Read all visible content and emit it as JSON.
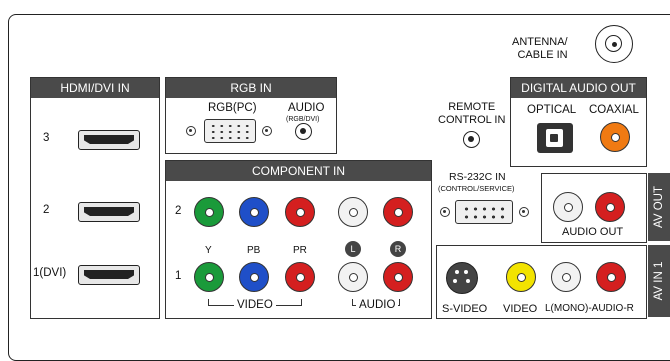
{
  "antenna": {
    "label_line1": "ANTENNA/",
    "label_line2": "CABLE IN"
  },
  "hdmi": {
    "title": "HDMI/DVI IN",
    "ports": [
      "3",
      "2",
      "1(DVI)"
    ]
  },
  "rgb": {
    "title": "RGB IN",
    "pc_label": "RGB(PC)",
    "audio_label": "AUDIO",
    "audio_sub": "(RGB/DVI)"
  },
  "remote": {
    "line1": "REMOTE",
    "line2": "CONTROL IN"
  },
  "digital_audio": {
    "title": "DIGITAL AUDIO OUT",
    "optical": "OPTICAL",
    "coaxial": "COAXIAL"
  },
  "component": {
    "title": "COMPONENT IN",
    "row_labels": [
      "2",
      "1"
    ],
    "y": "Y",
    "pb": "PB",
    "pr": "PR",
    "l": "L",
    "r": "R",
    "video_group": "VIDEO",
    "audio_group": "AUDIO"
  },
  "rs232": {
    "label": "RS-232C IN",
    "sub": "(CONTROL/SERVICE)"
  },
  "av_out": {
    "side": "AV OUT",
    "audio_label": "AUDIO OUT"
  },
  "av_in": {
    "side": "AV IN 1",
    "svideo": "S-VIDEO",
    "video": "VIDEO",
    "audio_l": "L(MONO)-AUDIO-R"
  },
  "colors": {
    "green": "#1a9a3a",
    "blue": "#1f4fc8",
    "red": "#d41f1f",
    "white": "#f2f2f2",
    "yellow": "#f2e300",
    "orange": "#f07a12",
    "header": "#4a4a4a"
  }
}
